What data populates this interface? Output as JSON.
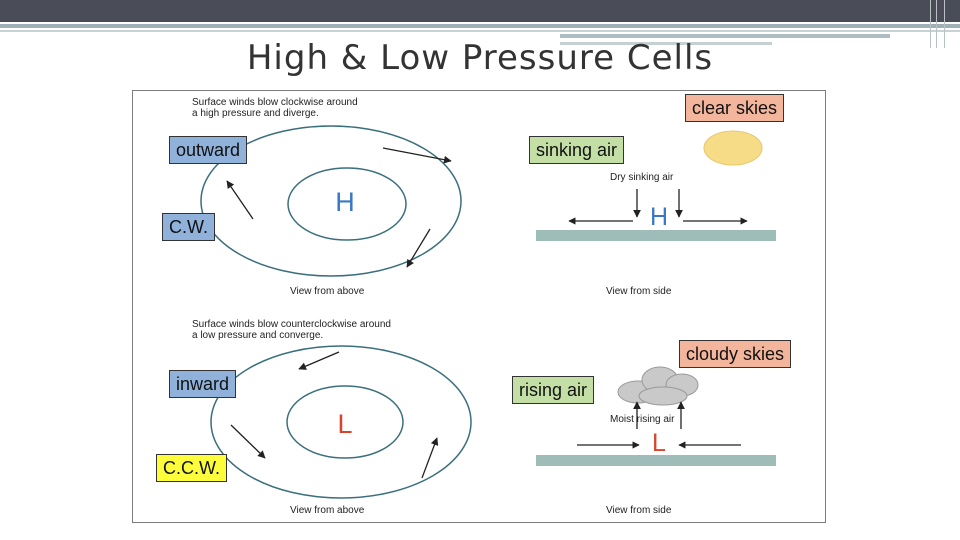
{
  "slide": {
    "title": "High & Low Pressure Cells"
  },
  "high": {
    "caption": [
      "Surface winds blow clockwise around",
      "a high pressure and diverge."
    ],
    "symbol": "H",
    "side_symbol": "H",
    "side_caption": "Dry sinking air",
    "view_above": "View from above",
    "view_side": "View from side"
  },
  "low": {
    "caption": [
      "Surface winds blow counterclockwise around",
      "a low pressure and converge."
    ],
    "symbol": "L",
    "side_symbol": "L",
    "side_caption": "Moist rising air",
    "view_above": "View from above",
    "view_side": "View from side"
  },
  "labels": {
    "outward": "outward",
    "cw": "C.W.",
    "sinking": "sinking air",
    "clear": "clear skies",
    "inward": "inward",
    "ccw": "C.C.W.",
    "rising": "rising air",
    "cloudy": "cloudy skies"
  },
  "colors": {
    "high_symbol": "#3b78c4",
    "low_symbol": "#d8452c",
    "circle": "#3a6f7d",
    "ground": "#9ebdb9",
    "sun": "#f6dc86",
    "label_blue": "#8fb1da",
    "label_green": "#c3dfa6",
    "label_salmon": "#f3b59b",
    "label_yellow": "#fdfd3b"
  }
}
